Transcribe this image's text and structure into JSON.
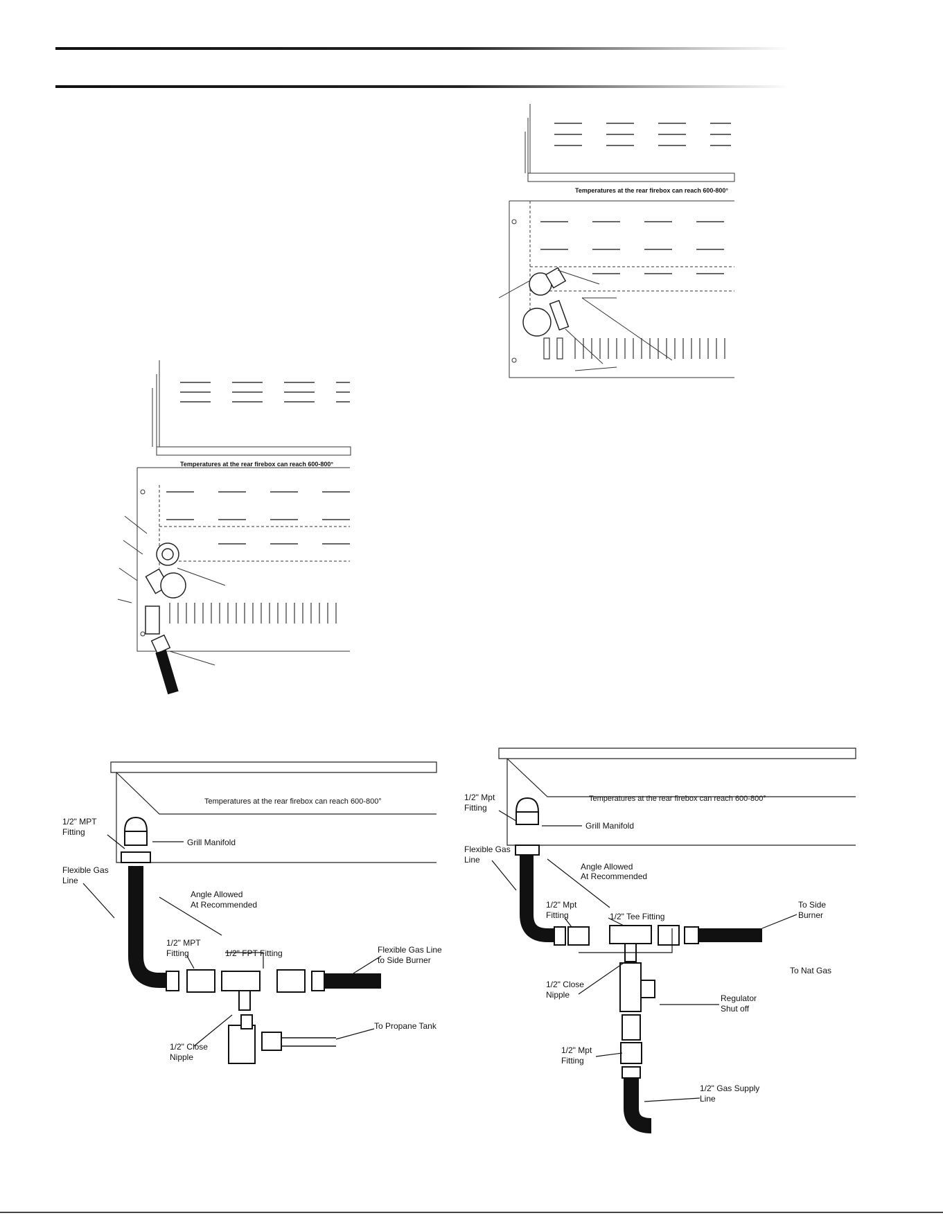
{
  "page": {
    "footer_text": ""
  },
  "fig_topleft": {
    "warning_text": "Temperatures at the rear firebox can reach 600-800°"
  },
  "fig_topright": {
    "warning_text": "Temperatures at the rear firebox can reach 600-800°"
  },
  "fig_bottomleft": {
    "warning_text": "Temperatures at the rear firebox can reach 600-800°",
    "labels": {
      "mpt_fitting": [
        "1/2\" MPT",
        "Fitting"
      ],
      "grill_manifold": [
        "Grill Manifold"
      ],
      "flexible_gas_line": [
        "Flexible Gas",
        "Line"
      ],
      "angle_at_install": [
        "Angle Allowed",
        "At Recommended"
      ],
      "mpt_fitting_2": [
        "1/2\" MPT",
        "Fitting"
      ],
      "mpt_tee": [
        "1/2\" FPT Fitting"
      ],
      "flexible_to_side_burner": [
        "Flexible Gas Line",
        "to Side Burner"
      ],
      "close_nipple": [
        "1/2\" Close",
        "Nipple"
      ],
      "to_propane_tank": [
        "To Propane Tank"
      ]
    }
  },
  "fig_bottomright": {
    "warning_text": "Temperatures at the rear firebox can reach 600-800°",
    "labels": {
      "mpt_fitting": [
        "1/2\" Mpt",
        "Fitting"
      ],
      "grill_manifold": [
        "Grill Manifold"
      ],
      "flexible_gas_line": [
        "Flexible Gas",
        "Line"
      ],
      "angle_note": [
        "Angle Allowed",
        "At Recommended"
      ],
      "fitting_a": [
        "1/2\" Mpt",
        "Fitting"
      ],
      "tee_fitting": [
        "1/2\" Tee Fitting"
      ],
      "to_side_burner": [
        "To Side",
        "Burner"
      ],
      "close_nipple": [
        "1/2\" Close",
        "Nipple"
      ],
      "to_nat_gas": [
        "To Nat Gas"
      ],
      "regulator": [
        "Regulator",
        "Shut off"
      ],
      "fitting_b": [
        "1/2\" Mpt",
        "Fitting"
      ],
      "gas_supply": [
        "1/2\" Gas Supply",
        "Line"
      ]
    }
  }
}
